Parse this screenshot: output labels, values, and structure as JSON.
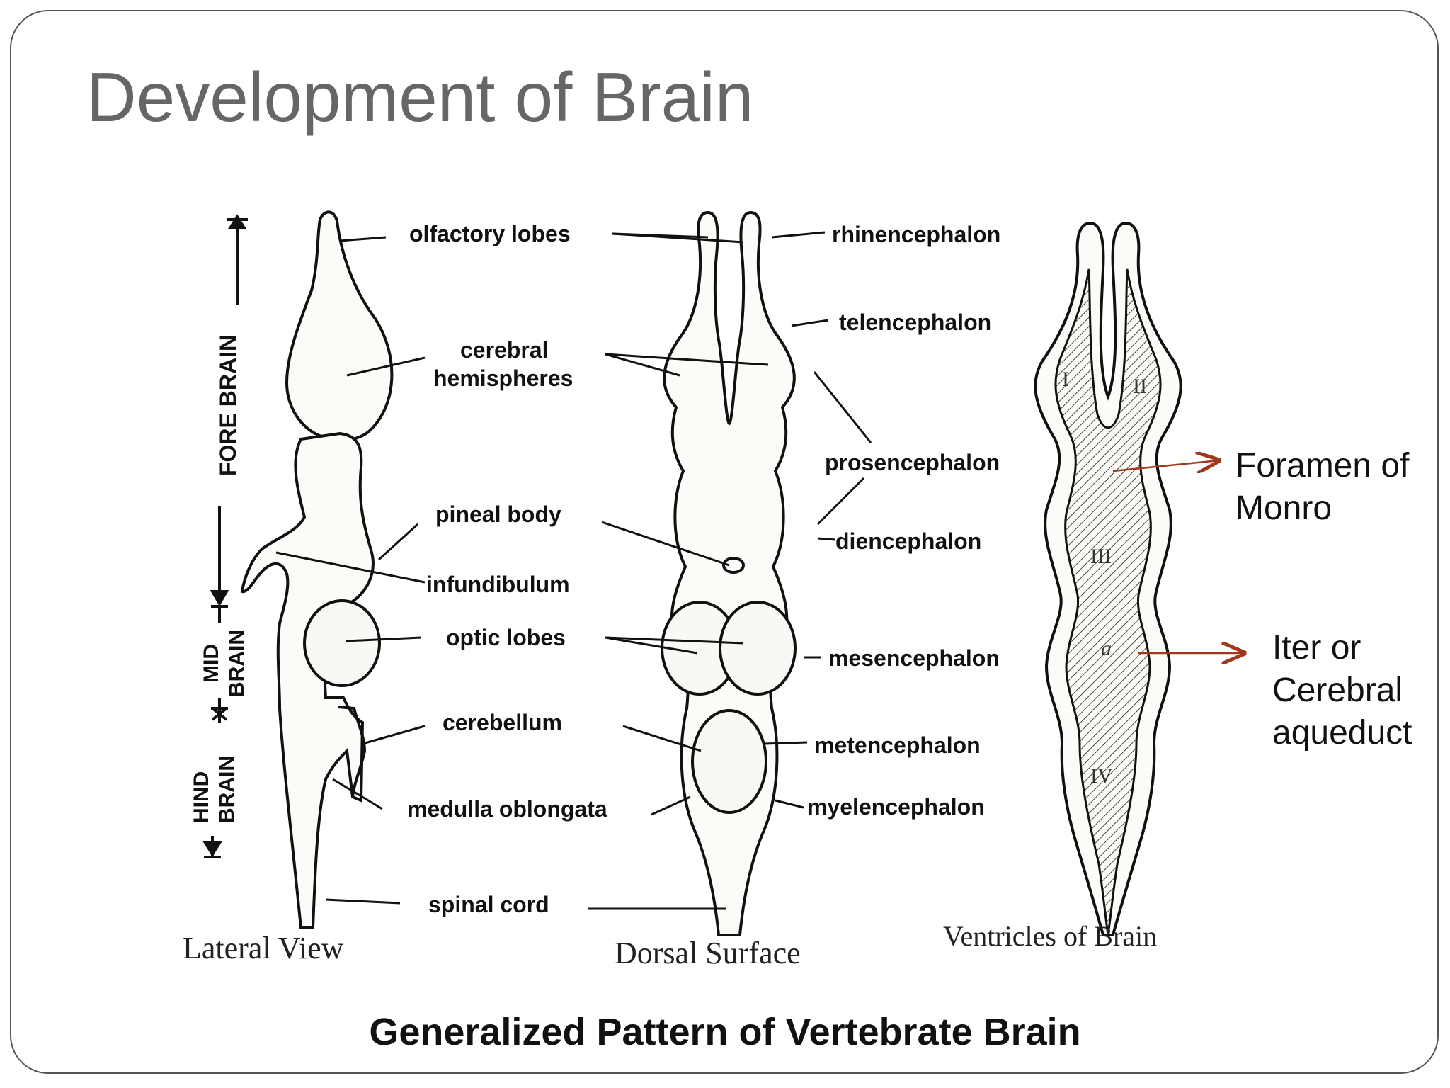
{
  "slide": {
    "title": "Development of Brain",
    "caption": "Generalized Pattern of Vertebrate Brain"
  },
  "diagram": {
    "regions": {
      "fore_brain": "FORE BRAIN",
      "mid_brain": [
        "MID",
        "BRAIN"
      ],
      "hind_brain": [
        "HIND",
        "BRAIN"
      ]
    },
    "lateral_labels": {
      "olfactory_lobes": "olfactory lobes",
      "cerebral": "cerebral",
      "hemispheres": "hemispheres",
      "pineal_body": "pineal body",
      "infundibulum": "infundibulum",
      "optic_lobes": "optic lobes",
      "cerebellum": "cerebellum",
      "medulla_oblongata": "medulla oblongata",
      "spinal_cord": "spinal cord"
    },
    "dorsal_labels": {
      "rhinencephalon": "rhinencephalon",
      "telencephalon": "telencephalon",
      "prosencephalon": "prosencephalon",
      "diencephalon": "diencephalon",
      "mesencephalon": "mesencephalon",
      "metencephalon": "metencephalon",
      "myelencephalon": "myelencephalon"
    },
    "views": {
      "lateral": "Lateral View",
      "dorsal": "Dorsal Surface",
      "ventricles": "Ventricles of Brain"
    },
    "ventricle_marks": {
      "v1": "I",
      "v2": "II",
      "v3": "III",
      "aqueduct": "a",
      "v4": "IV"
    },
    "colors": {
      "arrow": "#a0391c",
      "title": "#666666"
    }
  },
  "annotations": {
    "foramen": "Foramen of\nMonro",
    "iter": "Iter or\nCerebral\naqueduct"
  }
}
